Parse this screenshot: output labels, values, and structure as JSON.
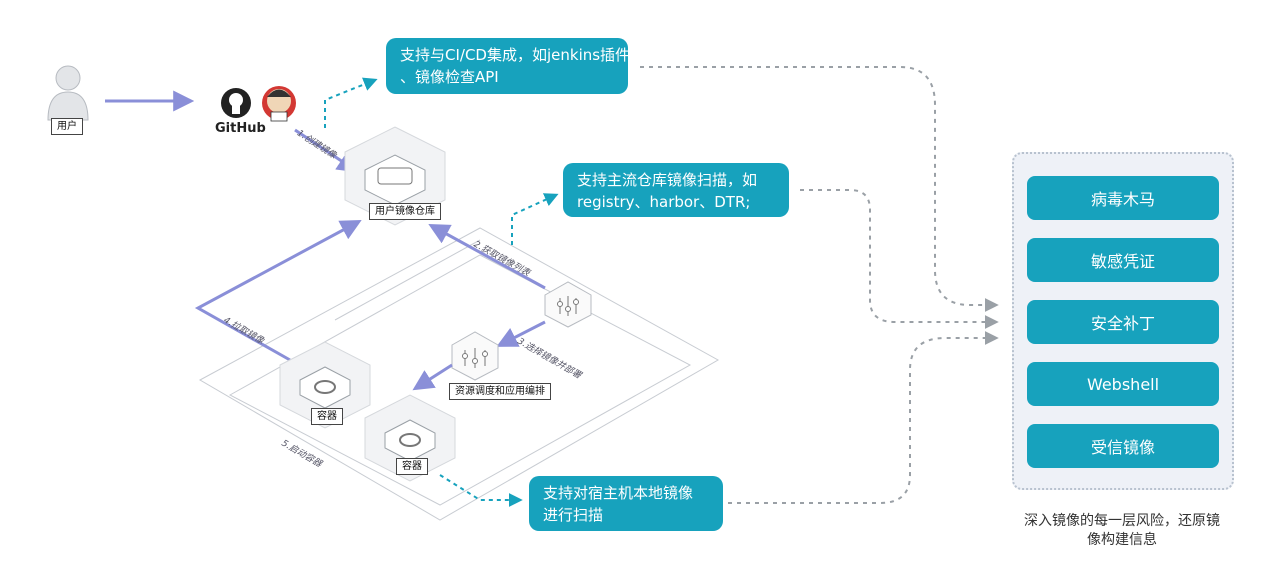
{
  "actors": {
    "user_label": "用户",
    "github_label": "GitHub"
  },
  "nodes": {
    "registry_label": "用户镜像仓库",
    "scheduler_label": "资源调度和应用编排",
    "container_1_label": "容器",
    "container_2_label": "容器"
  },
  "steps": {
    "s1": "1.创建镜像",
    "s2": "2.获取镜像列表",
    "s3": "3.选择镜像并部署",
    "s4": "4.拉取镜像",
    "s5": "5.启动容器"
  },
  "callouts": {
    "cicd": [
      "支持与CI/CD集成，如jenkins插件",
      "、镜像检查API"
    ],
    "registry_scan": [
      "支持主流仓库镜像扫描，如",
      "registry、harbor、DTR;"
    ],
    "host_scan": [
      "支持对宿主机本地镜像",
      "进行扫描"
    ]
  },
  "risk_panel": {
    "items": [
      "病毒木马",
      "敏感凭证",
      "安全补丁",
      "Webshell",
      "受信镜像"
    ],
    "caption": [
      "深入镜像的每一层风险，还原镜",
      "像构建信息"
    ]
  },
  "colors": {
    "accent": "#17a2bd",
    "flow_arrow": "#8a8fd8",
    "dashed_teal": "#17a2bd",
    "dashed_gray": "#9aa0a6"
  }
}
